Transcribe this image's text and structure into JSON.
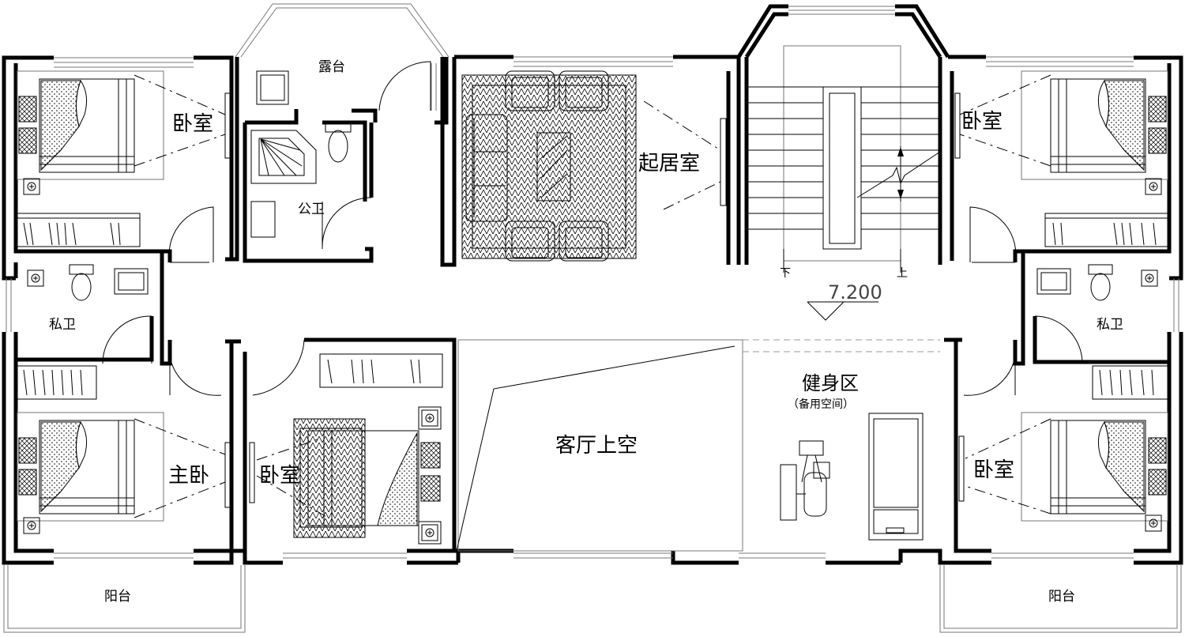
{
  "rooms": {
    "bedroom_top_left": "卧室",
    "private_bath_left": "私卫",
    "master_bedroom": "主卧",
    "bedroom_mid_left": "卧室",
    "terrace": "露台",
    "public_bath": "公卫",
    "living_room": "起居室",
    "living_void": "客厅上空",
    "gym": "健身区",
    "gym_note": "（备用空间）",
    "bedroom_top_right": "卧室",
    "private_bath_right": "私卫",
    "bedroom_bottom_right": "卧室",
    "balcony_left": "阳台",
    "balcony_right": "阳台"
  },
  "stairs": {
    "down_label": "下",
    "up_label": "上",
    "level": "7.200"
  }
}
